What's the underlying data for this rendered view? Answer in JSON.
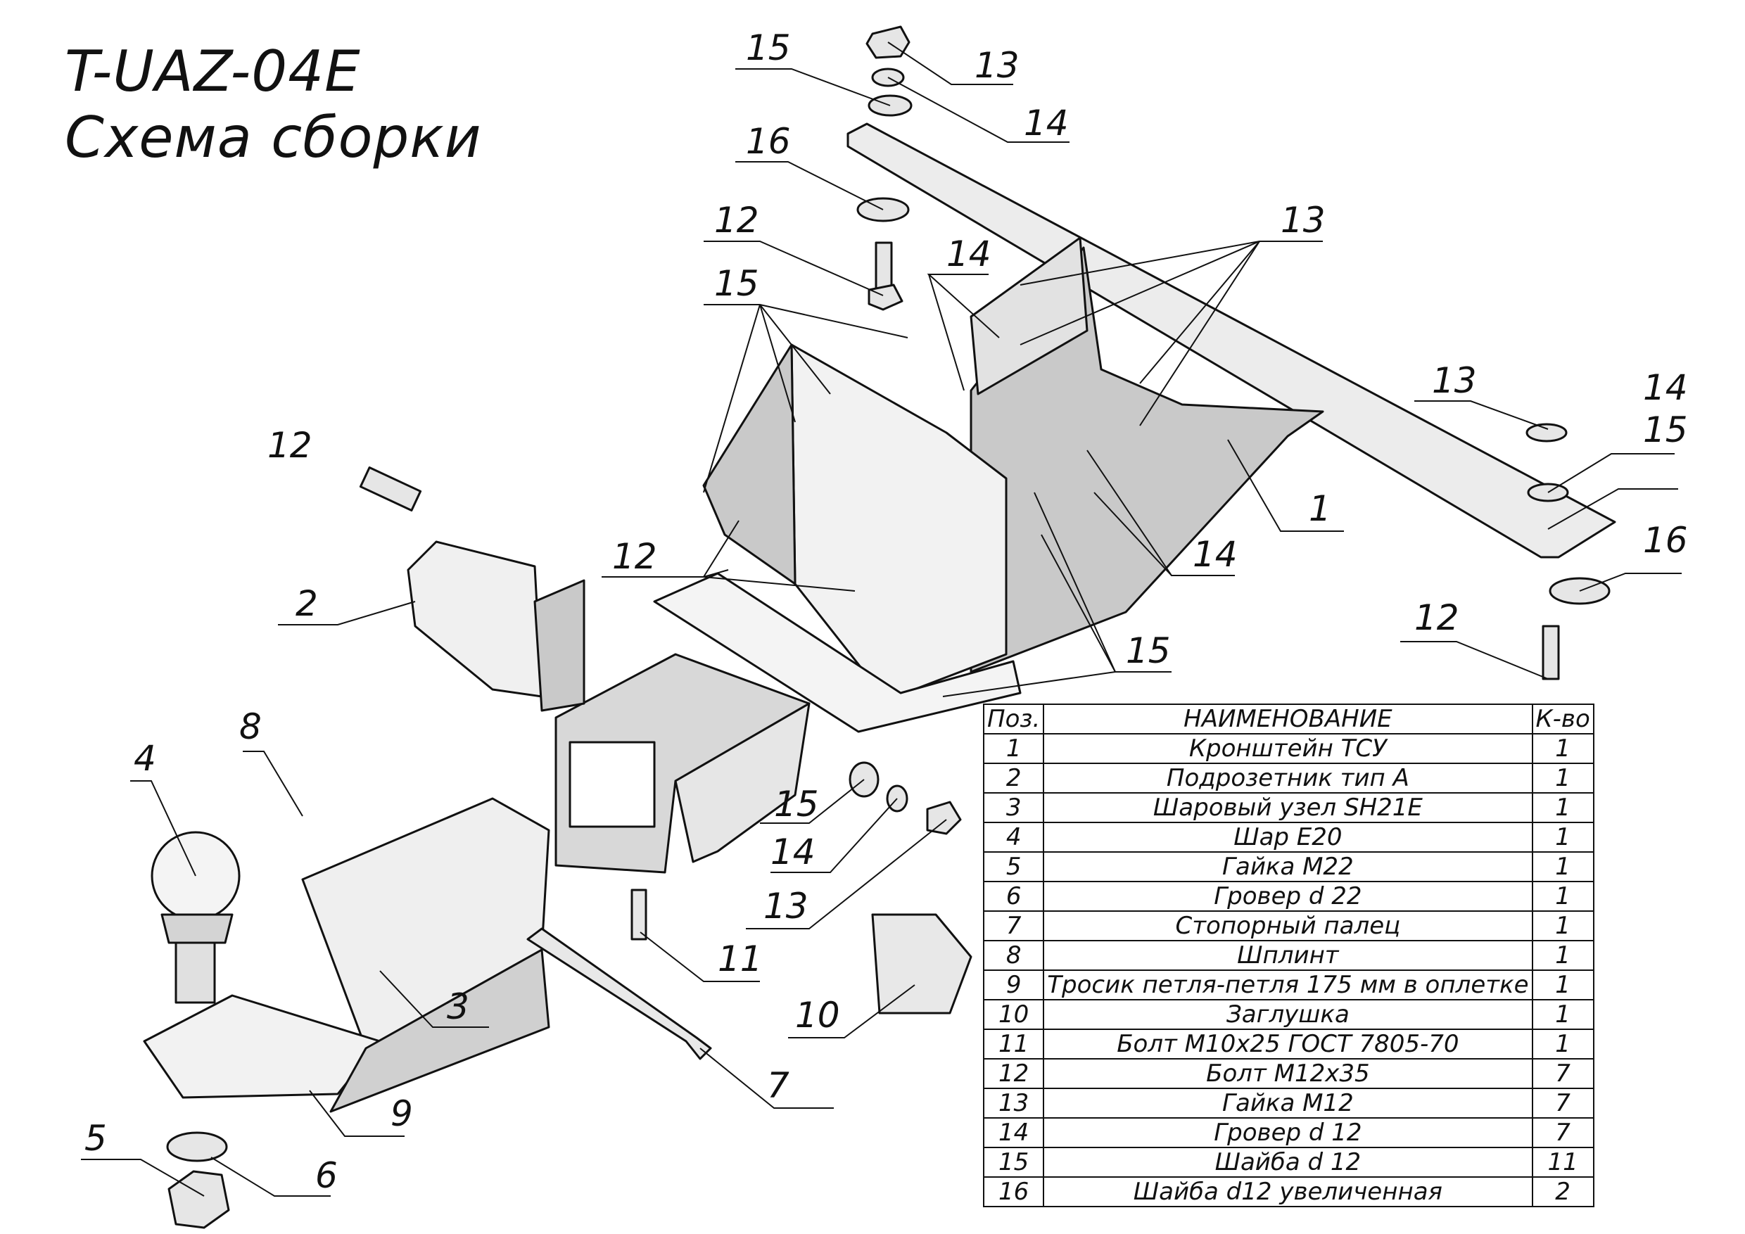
{
  "header": {
    "code": "T-UAZ-04E",
    "subtitle": "Схема сборки"
  },
  "callouts": [
    {
      "id": "c13a",
      "text": "13"
    },
    {
      "id": "c15a",
      "text": "15"
    },
    {
      "id": "c14a",
      "text": "14"
    },
    {
      "id": "c16a",
      "text": "16"
    },
    {
      "id": "c12a",
      "text": "12"
    },
    {
      "id": "c13b",
      "text": "13"
    },
    {
      "id": "c14b",
      "text": "14"
    },
    {
      "id": "c15b",
      "text": "15"
    },
    {
      "id": "c12b",
      "text": "12"
    },
    {
      "id": "c13c",
      "text": "13"
    },
    {
      "id": "c14c",
      "text": "14"
    },
    {
      "id": "c15c",
      "text": "15"
    },
    {
      "id": "c16b",
      "text": "16"
    },
    {
      "id": "c1",
      "text": "1"
    },
    {
      "id": "c12c",
      "text": "12"
    },
    {
      "id": "c14d",
      "text": "14"
    },
    {
      "id": "c15d",
      "text": "15"
    },
    {
      "id": "c12d",
      "text": "12"
    },
    {
      "id": "c2",
      "text": "2"
    },
    {
      "id": "c8",
      "text": "8"
    },
    {
      "id": "c4",
      "text": "4"
    },
    {
      "id": "c15e",
      "text": "15"
    },
    {
      "id": "c14e",
      "text": "14"
    },
    {
      "id": "c13d",
      "text": "13"
    },
    {
      "id": "c11",
      "text": "11"
    },
    {
      "id": "c3",
      "text": "3"
    },
    {
      "id": "c10",
      "text": "10"
    },
    {
      "id": "c7",
      "text": "7"
    },
    {
      "id": "c9",
      "text": "9"
    },
    {
      "id": "c5",
      "text": "5"
    },
    {
      "id": "c6",
      "text": "6"
    }
  ],
  "parts_table": {
    "headers": [
      "Поз.",
      "НАИМЕНОВАНИЕ",
      "К-во"
    ],
    "rows": [
      [
        "1",
        "Кронштейн ТСУ",
        "1"
      ],
      [
        "2",
        "Подрозетник тип А",
        "1"
      ],
      [
        "3",
        "Шаровый узел SH21E",
        "1"
      ],
      [
        "4",
        "Шар E20",
        "1"
      ],
      [
        "5",
        "Гайка М22",
        "1"
      ],
      [
        "6",
        "Гровер d 22",
        "1"
      ],
      [
        "7",
        "Стопорный палец",
        "1"
      ],
      [
        "8",
        "Шплинт",
        "1"
      ],
      [
        "9",
        "Тросик петля-петля 175 мм в оплетке",
        "1"
      ],
      [
        "10",
        "Заглушка",
        "1"
      ],
      [
        "11",
        "Болт М10х25 ГОСТ 7805-70",
        "1"
      ],
      [
        "12",
        "Болт М12х35",
        "7"
      ],
      [
        "13",
        "Гайка М12",
        "7"
      ],
      [
        "14",
        "Гровер d 12",
        "7"
      ],
      [
        "15",
        "Шайба d 12",
        "11"
      ],
      [
        "16",
        "Шайба d12 увеличенная",
        "2"
      ]
    ]
  },
  "colors": {
    "ink": "#111111",
    "part_fill": "#ececec",
    "part_shade": "#c9c9c9",
    "background": "#ffffff"
  }
}
